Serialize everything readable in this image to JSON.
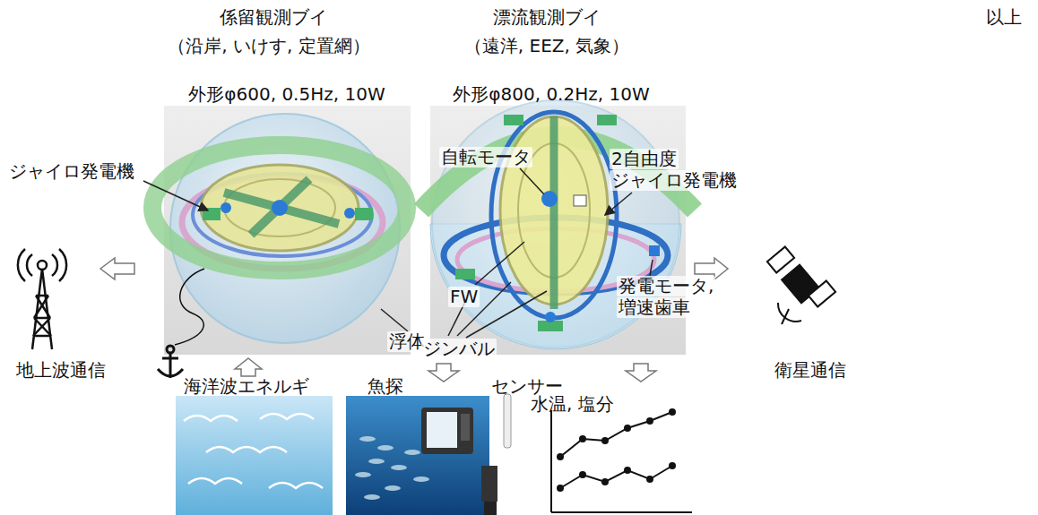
{
  "diagram": {
    "labels": [
      "係留観測ブイ",
      "（沿岸, いけす, 定置網）",
      "漂流観測ブイ",
      "（遠洋, EEZ, 気象）",
      "以上",
      "外形φ600, 0.5Hz, 10W",
      "外形φ800, 0.2Hz, 10W",
      "ジャイロ発電機",
      "自転モータ",
      "2自由度",
      "ジャイロ発電機",
      "FW",
      "浮体",
      "ジンバル",
      "発電モータ,",
      "増速歯車",
      "地上波通信",
      "衛星通信",
      "海洋波エネルギ",
      "魚探",
      "センサー",
      "水温, 塩分"
    ]
  }
}
